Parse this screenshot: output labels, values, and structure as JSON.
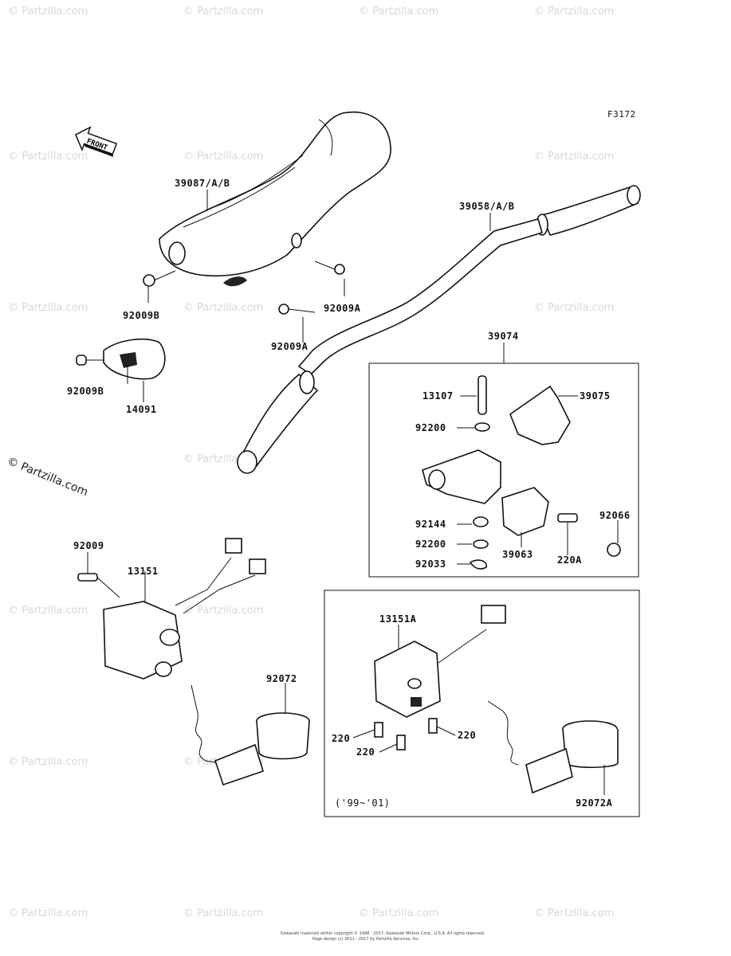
{
  "figure_id": "F3172",
  "front_label": "FRONT",
  "watermark": "© Partzilla.com",
  "side_watermark": "© Partzilla.com",
  "inset_note": "('99~'01)",
  "footer_line1": "Kawasaki materials within copyright © 1998 - 2017, Kawasaki Motors Corp., U.S.A. All rights reserved.",
  "footer_line2": "Page design (c) 2011 - 2017 by Partzilla Services, Inc.",
  "labels": {
    "p39087": "39087/A/B",
    "p39058": "39058/A/B",
    "p92009B_top": "92009B",
    "p92009A_right": "92009A",
    "p92009A_bottom": "92009A",
    "p92009B_left": "92009B",
    "p14091": "14091",
    "p39074": "39074",
    "p13107": "13107",
    "p39075": "39075",
    "p92200_a": "92200",
    "p92144": "92144",
    "p92200_b": "92200",
    "p92033": "92033",
    "p39063": "39063",
    "p220A": "220A",
    "p92066": "92066",
    "p92009": "92009",
    "p13151": "13151",
    "p92072": "92072",
    "p13151A": "13151A",
    "p220_a": "220",
    "p220_b": "220",
    "p220_c": "220",
    "p92072A": "92072A"
  }
}
